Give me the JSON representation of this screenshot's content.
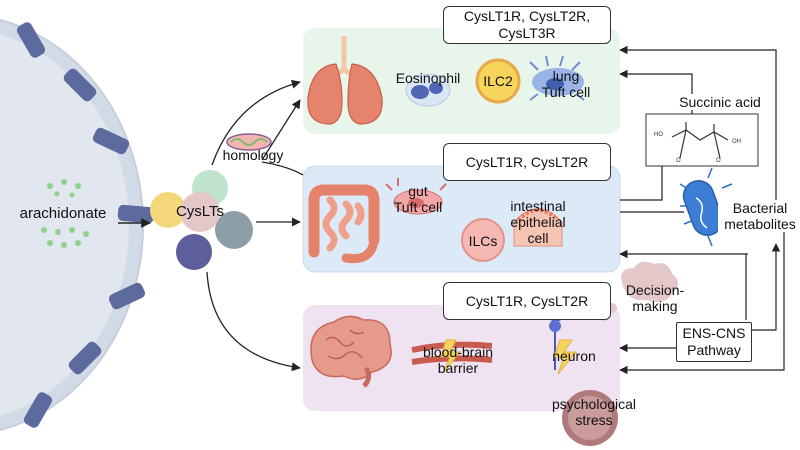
{
  "source": {
    "label": "arachidonate"
  },
  "hub": {
    "label": "CysLTs",
    "homology_label": "homology"
  },
  "lung_panel": {
    "receptors_line1": "CysLT1R, CysLT2R,",
    "receptors_line2": "CysLT3R",
    "eosinophil": "Eosinophil",
    "ilc2": "ILC2",
    "tuft_line1": "lung",
    "tuft_line2": "Tuft cell",
    "color": "#e8f5ea"
  },
  "gut_panel": {
    "receptors": "CysLT1R, CysLT2R",
    "tuft_line1": "gut",
    "tuft_line2": "Tuft cell",
    "ilcs": "ILCs",
    "epi_line1": "intestinal",
    "epi_line2": "epithelial",
    "epi_line3": "cell",
    "color": "#dce9f6"
  },
  "brain_panel": {
    "receptors": "CysLT1R, CysLT2R",
    "bbb_line1": "blood-brain",
    "bbb_line2": "barrier",
    "neuron": "neuron",
    "stress_line1": "psychological",
    "stress_line2": "stress",
    "color": "#efe3f1"
  },
  "right_side": {
    "succinic": "Succinic acid",
    "bacterial_line1": "Bacterial",
    "bacterial_line2": "metabolites",
    "decision_line1": "Decision-",
    "decision_line2": "making",
    "ens_line1": "ENS-CNS",
    "ens_line2": "Pathway"
  }
}
